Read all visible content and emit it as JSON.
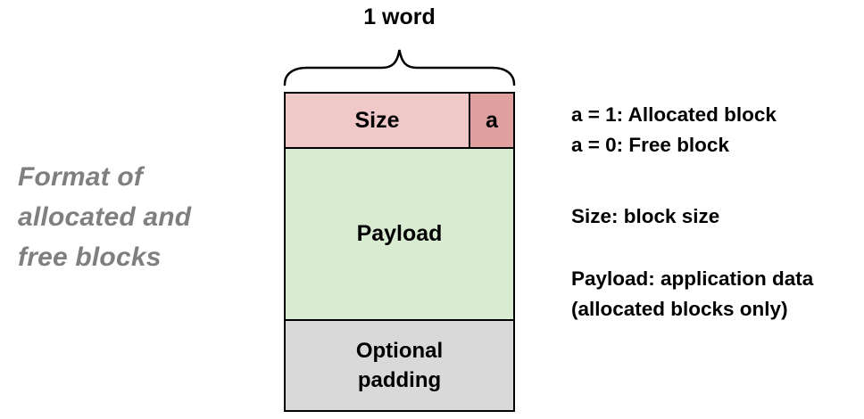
{
  "left_caption": {
    "lines": [
      "Format of",
      "allocated and",
      "free blocks"
    ],
    "color": "#7f7f7f"
  },
  "diagram": {
    "width_label": "1 word",
    "blocks": {
      "size": {
        "label": "Size",
        "fill": "#f0c8c8"
      },
      "allocated_flag": {
        "label": "a",
        "fill": "#dfa0a0"
      },
      "payload": {
        "label": "Payload",
        "fill": "#d9ecd2"
      },
      "padding": {
        "lines": [
          "Optional",
          "padding"
        ],
        "fill": "#d9d9d9"
      }
    },
    "border_color": "#000000"
  },
  "legend": {
    "groups": [
      {
        "lines": [
          "a = 1: Allocated block",
          "a = 0: Free block"
        ]
      },
      {
        "lines": [
          "Size: block size"
        ]
      },
      {
        "lines": [
          "Payload: application data",
          "(allocated blocks only)"
        ]
      }
    ]
  }
}
